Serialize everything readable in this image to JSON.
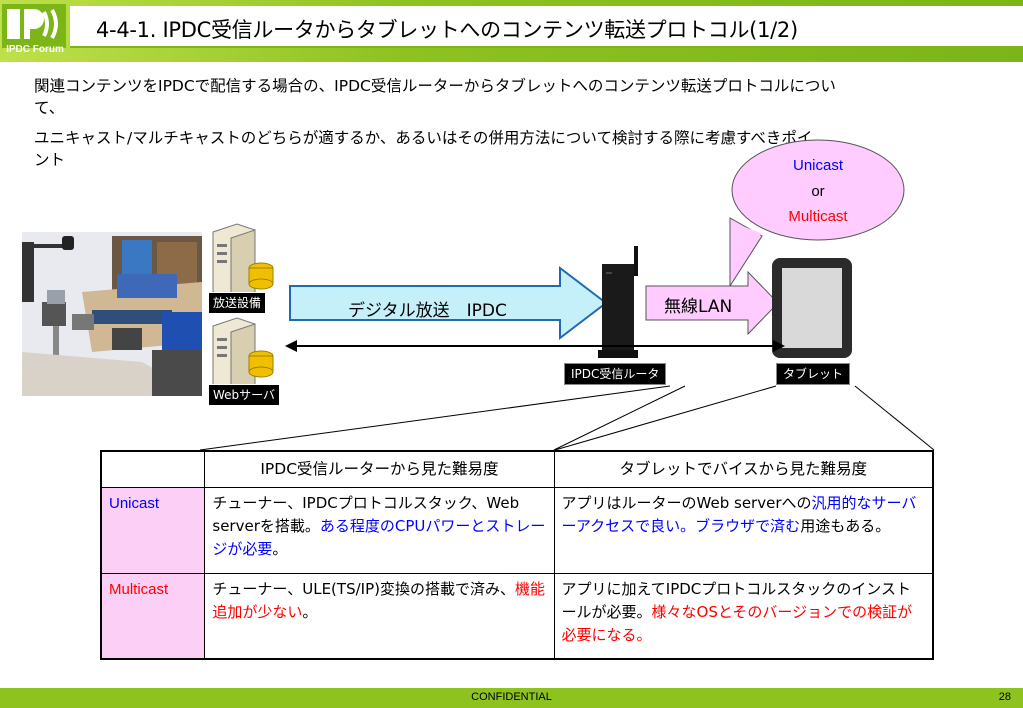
{
  "header": {
    "logo_text": "IPDC Forum",
    "title": "4-4-1. IPDC受信ルータからタブレットへのコンテンツ転送プロトコル(1/2)"
  },
  "intro": {
    "line1": "関連コンテンツをIPDCで配信する場合の、IPDC受信ルーターからタブレットへのコンテンツ転送プロトコルについ",
    "line2": "て、",
    "line3": "ユニキャスト/マルチキャストのどちらが適するか、あるいはその併用方法について検討する際に考慮すべきポイ",
    "line4": "ント"
  },
  "bubble": {
    "line1": "Unicast",
    "line2": "or",
    "line3": "Multicast",
    "colors": {
      "unicast": "#0000ff",
      "or": "#000000",
      "multicast": "#ff0000"
    }
  },
  "diagram": {
    "broadcast_label": "放送設備",
    "web_label": "Webサーバ",
    "broadcast_arrow": "デジタル放送　IPDC",
    "wireless_arrow": "無線LAN",
    "router_label": "IPDC受信ルータ",
    "tablet_label": "タブレット"
  },
  "table": {
    "headers": [
      "",
      "IPDC受信ルーターから見た難易度",
      "タブレットでバイスから見た難易度"
    ],
    "rows": [
      {
        "name": "Unicast",
        "col1_a": "チューナー、IPDCプロトコルスタック、Web serverを搭載。",
        "col1_b": "ある程度のCPUパワーとストレージが必要",
        "col1_c": "。",
        "col2_a": "アプリはルーターのWeb serverへの",
        "col2_b": "汎用的なサーバーアクセスで良い。ブラウザで済む",
        "col2_c": "用途もある。"
      },
      {
        "name": "Multicast",
        "col1_a": "チューナー、ULE(TS/IP)変換の搭載で済み、",
        "col1_b": "機能追加が少ない",
        "col1_c": "。",
        "col2_a": "アプリに加えてIPDCプロトコルスタックのインストールが必要。",
        "col2_b": "様々なOSとそのバージョンでの検証が必要になる。",
        "col2_c": ""
      }
    ],
    "colors": {
      "row_header_bg": "#fcd0f6",
      "unicast": "#0000ff",
      "multicast": "#ff0000"
    }
  },
  "footer": {
    "text": "CONFIDENTIAL",
    "page": "28"
  },
  "colors": {
    "accent": "#8dc21f",
    "arrow_fill": "#c5f0fa",
    "bubble_fill": "#ffccff"
  }
}
